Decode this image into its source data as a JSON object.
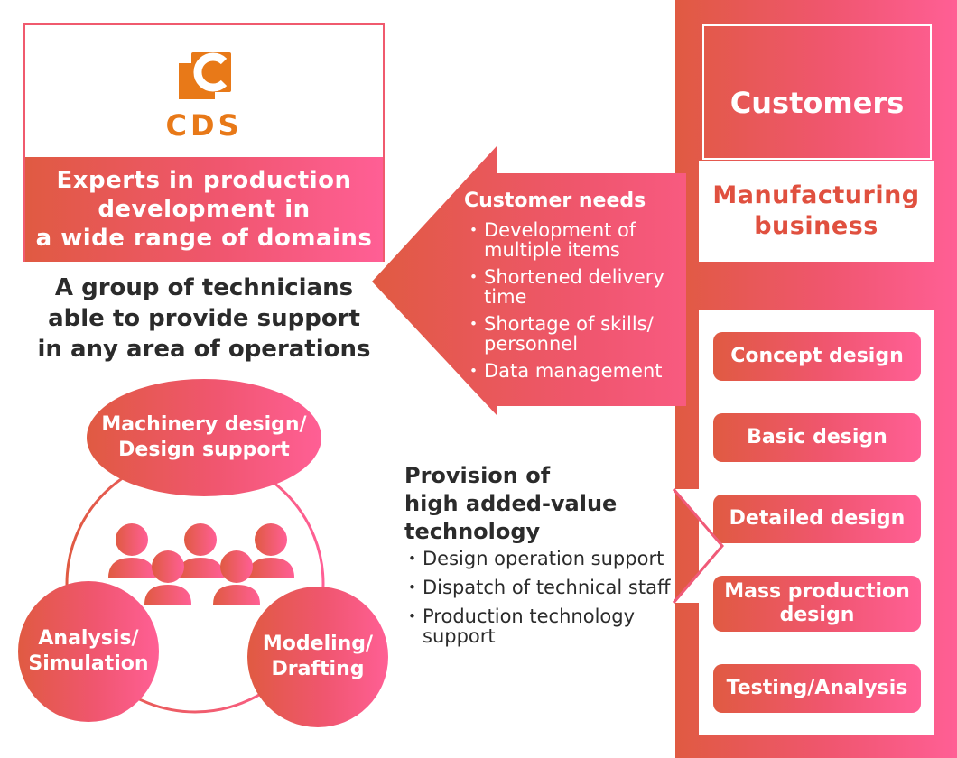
{
  "cds": {
    "name": "CDS",
    "band_lines": [
      "Experts in production",
      "development in",
      "a wide range of domains"
    ]
  },
  "technicians_lines": [
    "A group of technicians",
    "able to provide support",
    "in any area of operations"
  ],
  "circles": {
    "top": [
      "Machinery design/",
      "Design support"
    ],
    "left": [
      "Analysis/",
      "Simulation"
    ],
    "right": [
      "Modeling/",
      "Drafting"
    ]
  },
  "customer_needs": {
    "title": "Customer needs",
    "items": [
      [
        "Development of",
        "multiple items"
      ],
      [
        "Shortened delivery",
        "time"
      ],
      [
        "Shortage of skills/",
        "personnel"
      ],
      [
        "Data management"
      ]
    ]
  },
  "customers": {
    "title": "Customers",
    "business_lines": [
      "Manufacturing",
      "business"
    ],
    "stages": [
      [
        "Concept design"
      ],
      [
        "Basic design"
      ],
      [
        "Detailed design"
      ],
      [
        "Mass production",
        "design"
      ],
      [
        "Testing/Analysis"
      ]
    ]
  },
  "provision": {
    "title_lines": [
      "Provision of",
      "high added-value",
      "technology"
    ],
    "items": [
      [
        "Design operation support"
      ],
      [
        "Dispatch of technical staff"
      ],
      [
        "Production technology",
        "support"
      ]
    ]
  },
  "colors": {
    "gradient_start": "#e05a42",
    "gradient_end": "#ff5f95",
    "logo_orange": "#e87918",
    "accent_red": "#e0503f",
    "text_dark": "#2b2b2b"
  }
}
